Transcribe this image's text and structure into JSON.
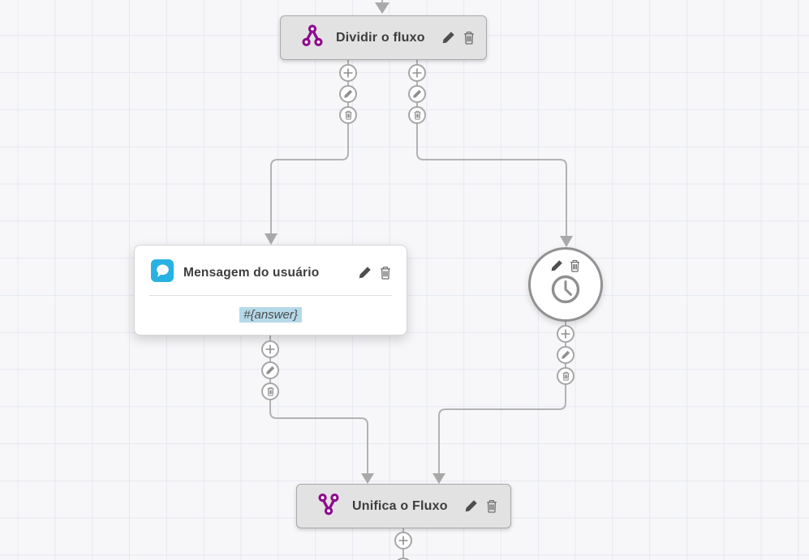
{
  "canvas": {
    "background": "#f7f7f9",
    "grid_color": "#e6e9f2"
  },
  "colors": {
    "purple": "#8e0a8e",
    "cyan": "#27b2e3",
    "line": "#b2b2b2",
    "arrow": "#a9a9a9",
    "highlight": "#b5d9e9",
    "node-gray": "#e2e2e2",
    "text": "#3d3d3d"
  },
  "nodes": {
    "split": {
      "label": "Dividir o fluxo",
      "icon": "split-flow-icon"
    },
    "user_message": {
      "label": "Mensagem do usuário",
      "icon": "chat-bubble-icon",
      "body_value": "#{answer}"
    },
    "wait": {
      "icon": "clock-icon"
    },
    "merge": {
      "label": "Unifica o Fluxo",
      "icon": "merge-flow-icon"
    }
  },
  "connector_buttons": {
    "add": "plus-icon",
    "edit": "pencil-icon",
    "delete": "trash-icon"
  }
}
